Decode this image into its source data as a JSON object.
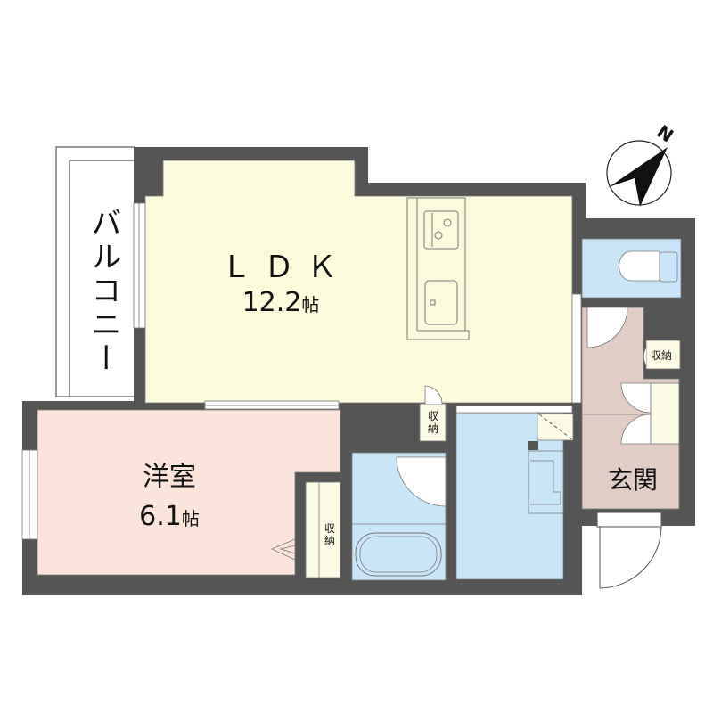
{
  "floorplan": {
    "compass": {
      "label": "N",
      "icon": "north-arrow-icon"
    },
    "rooms": {
      "ldk": {
        "name": "ＬＤＫ",
        "area": "12.2",
        "unit": "帖",
        "color": "#fbfbdc"
      },
      "western": {
        "name": "洋室",
        "area": "6.1",
        "unit": "帖",
        "color": "#fbe5da"
      },
      "balcony": {
        "name": "バルコニー"
      },
      "entrance": {
        "name": "玄関",
        "color": "#e2cdc6"
      },
      "storage_western": {
        "name": "収納"
      },
      "storage_ldk": {
        "name": "収納"
      },
      "storage_hall": {
        "name": "収納"
      }
    },
    "colors": {
      "wall": "#555555",
      "wet_area": "#c8e6f8",
      "storage": "#fcfbe6"
    }
  }
}
